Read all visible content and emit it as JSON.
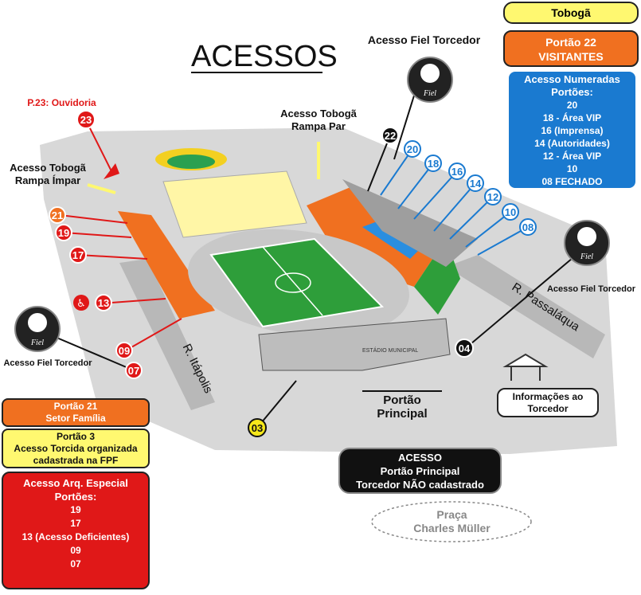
{
  "title": "ACESSOS",
  "colors": {
    "orange": "#f07020",
    "yellow": "#fff870",
    "blue": "#1a7ad0",
    "red": "#e01818",
    "black": "#111111",
    "ground": "#d8d8d8",
    "pitch": "#2e9e3a",
    "track": "#c8c8c8"
  },
  "top_right": {
    "toboga": "Tobogã",
    "portao22": [
      "Portão 22",
      "VISITANTES"
    ],
    "numeradas": {
      "title": "Acesso Numeradas",
      "subtitle": "Portões:",
      "items": [
        "20",
        "18 - Área VIP",
        "16 (Imprensa)",
        "14 (Autoridades)",
        "12 - Área VIP",
        "10",
        "08 FECHADO"
      ]
    }
  },
  "left_boxes": {
    "portao21": [
      "Portão 21",
      "Setor Família"
    ],
    "portao3": [
      "Portão 3",
      "Acesso Torcida organizada",
      "cadastrada na FPF"
    ],
    "especial": {
      "title": "Acesso Arq. Especial",
      "subtitle": "Portões:",
      "items": [
        "19",
        "17",
        "13 (Acesso Deficientes)",
        "09",
        "07"
      ]
    }
  },
  "bottom": {
    "acesso": [
      "ACESSO",
      "Portão Principal",
      "Torcedor NÃO cadastrado"
    ],
    "praca": [
      "Praça",
      "Charles Müller"
    ],
    "informacoes": [
      "Informações ao",
      "Torcedor"
    ],
    "portao_principal": [
      "Portão",
      "Principal"
    ]
  },
  "labels": {
    "fiel_top": "Acesso Fiel Torcedor",
    "fiel_right": "Acesso Fiel Torcedor",
    "fiel_left": "Acesso Fiel Torcedor",
    "ouvidoria": "P.23: Ouvidoria",
    "rampa_par": [
      "Acesso Tobogã",
      "Rampa Par"
    ],
    "rampa_impar": [
      "Acesso Tobogã",
      "Rampa Ímpar"
    ],
    "rua_passalaqua": "R. Passaláqua",
    "rua_itapolis": "R. Itápolis",
    "logo_text": "Fiel",
    "stadium_sign": "ESTÁDIO MUNICIPAL"
  },
  "gates": {
    "blue": [
      "20",
      "18",
      "16",
      "14",
      "12",
      "10",
      "08"
    ],
    "red": [
      "21",
      "19",
      "17",
      "13",
      "09",
      "07",
      "23"
    ],
    "black": [
      "22",
      "04"
    ],
    "yellow": [
      "03"
    ]
  }
}
